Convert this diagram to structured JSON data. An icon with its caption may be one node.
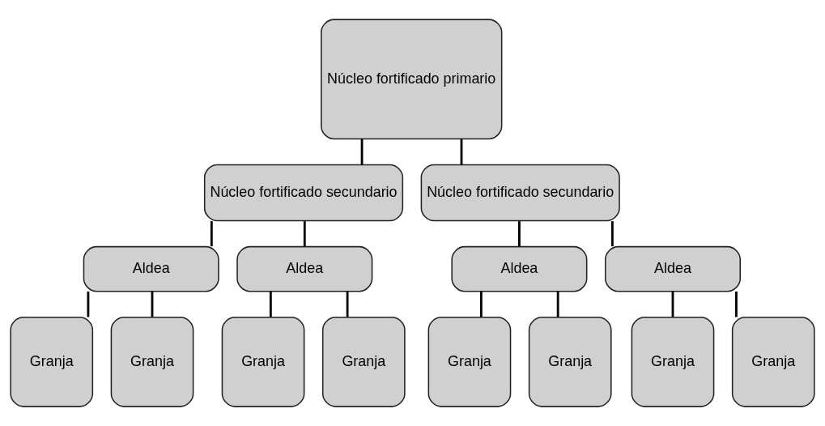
{
  "diagram": {
    "nodes": [
      {
        "text": [
          "Núcleo fortificado primario"
        ]
      },
      {
        "text": [
          "Núcleo fortificado secundario"
        ]
      },
      {
        "text": [
          "Núcleo fortificado secundario"
        ]
      },
      {
        "text": [
          "Aldea"
        ]
      },
      {
        "text": [
          "Aldea"
        ]
      },
      {
        "text": [
          "Aldea"
        ]
      },
      {
        "text": [
          "Aldea"
        ]
      },
      {
        "text": [
          "Granja"
        ]
      },
      {
        "text": [
          "Granja"
        ]
      },
      {
        "text": [
          "Granja"
        ]
      },
      {
        "text": [
          "Granja"
        ]
      },
      {
        "text": [
          "Granja"
        ]
      },
      {
        "text": [
          "Granja"
        ]
      },
      {
        "text": [
          "Granja"
        ]
      },
      {
        "text": [
          "Granja"
        ]
      }
    ],
    "edges": [
      {
        "from": 0,
        "to": 1,
        "arrow": "none"
      },
      {
        "from": 0,
        "to": 2,
        "arrow": "none"
      },
      {
        "from": 1,
        "to": 3,
        "arrow": "none"
      },
      {
        "from": 1,
        "to": 4,
        "arrow": "none"
      },
      {
        "from": 2,
        "to": 5,
        "arrow": "none"
      },
      {
        "from": 2,
        "to": 6,
        "arrow": "none"
      },
      {
        "from": 3,
        "to": 7,
        "arrow": "none"
      },
      {
        "from": 3,
        "to": 8,
        "arrow": "none"
      },
      {
        "from": 4,
        "to": 9,
        "arrow": "none"
      },
      {
        "from": 4,
        "to": 10,
        "arrow": "none"
      },
      {
        "from": 5,
        "to": 11,
        "arrow": "none"
      },
      {
        "from": 5,
        "to": 12,
        "arrow": "none"
      },
      {
        "from": 6,
        "to": 13,
        "arrow": "none"
      },
      {
        "from": 6,
        "to": 14,
        "arrow": "none"
      }
    ]
  }
}
